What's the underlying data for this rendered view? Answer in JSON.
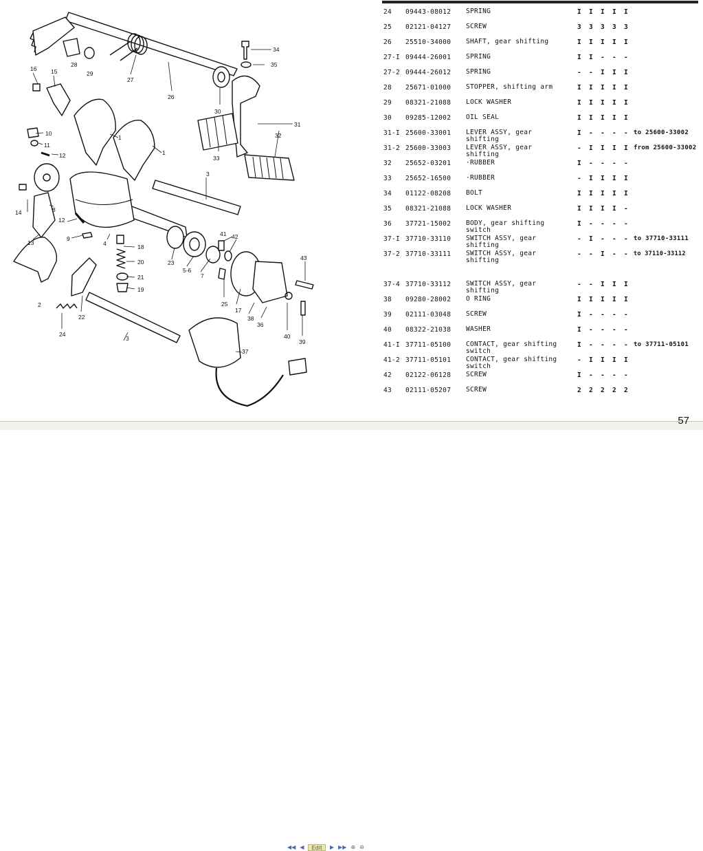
{
  "page_number": "57",
  "footer_nav": {
    "first": "◀◀",
    "prev": "◀",
    "mode": "Edit",
    "next": "▶",
    "last": "▶▶",
    "zoom_in": "⊕",
    "zoom_out": "⊖"
  },
  "diagram_labels": [
    "1",
    "1",
    "2",
    "3",
    "3",
    "4",
    "5-6",
    "7",
    "8",
    "9",
    "10",
    "11",
    "12",
    "12",
    "13",
    "14",
    "15",
    "16",
    "17",
    "18",
    "19",
    "20",
    "21",
    "22",
    "23",
    "24",
    "25",
    "26",
    "27",
    "28",
    "29",
    "30",
    "31",
    "32",
    "33",
    "34",
    "35",
    "36",
    "37",
    "38",
    "39",
    "40",
    "41",
    "42",
    "43"
  ],
  "parts": [
    {
      "ref": "24",
      "part_no": "09443-08012",
      "desc": "SPRING",
      "qty": [
        "I",
        "I",
        "I",
        "I",
        "I"
      ],
      "note": ""
    },
    {
      "ref": "25",
      "part_no": "02121-04127",
      "desc": "SCREW",
      "qty": [
        "3",
        "3",
        "3",
        "3",
        "3"
      ],
      "note": ""
    },
    {
      "ref": "26",
      "part_no": "25510-34000",
      "desc": "SHAFT, gear shifting",
      "qty": [
        "I",
        "I",
        "I",
        "I",
        "I"
      ],
      "note": ""
    },
    {
      "ref": "27-I",
      "part_no": "09444-26001",
      "desc": "SPRING",
      "qty": [
        "I",
        "I",
        "-",
        "-",
        "-"
      ],
      "note": ""
    },
    {
      "ref": "27-2",
      "part_no": "09444-26012",
      "desc": "SPRING",
      "qty": [
        "-",
        "-",
        "I",
        "I",
        "I"
      ],
      "note": ""
    },
    {
      "ref": "28",
      "part_no": "25671-01000",
      "desc": "STOPPER, shifting arm",
      "qty": [
        "I",
        "I",
        "I",
        "I",
        "I"
      ],
      "note": ""
    },
    {
      "ref": "29",
      "part_no": "08321-21088",
      "desc": "LOCK WASHER",
      "qty": [
        "I",
        "I",
        "I",
        "I",
        "I"
      ],
      "note": ""
    },
    {
      "ref": "30",
      "part_no": "09285-12002",
      "desc": "OIL SEAL",
      "qty": [
        "I",
        "I",
        "I",
        "I",
        "I"
      ],
      "note": ""
    },
    {
      "ref": "31-I",
      "part_no": "25600-33001",
      "desc": "LEVER ASSY, gear shifting",
      "qty": [
        "I",
        "-",
        "-",
        "-",
        "-"
      ],
      "note": "to 25600-33002"
    },
    {
      "ref": "31-2",
      "part_no": "25600-33003",
      "desc": "LEVER ASSY, gear shifting",
      "qty": [
        "-",
        "I",
        "I",
        "I",
        "I"
      ],
      "note": "from 25600-33002"
    },
    {
      "ref": "32",
      "part_no": "25652-03201",
      "desc": "·RUBBER",
      "qty": [
        "I",
        "-",
        "-",
        "-",
        "-"
      ],
      "note": ""
    },
    {
      "ref": "33",
      "part_no": "25652-16500",
      "desc": "·RUBBER",
      "qty": [
        "-",
        "I",
        "I",
        "I",
        "I"
      ],
      "note": ""
    },
    {
      "ref": "34",
      "part_no": "01122-08208",
      "desc": "BOLT",
      "qty": [
        "I",
        "I",
        "I",
        "I",
        "I"
      ],
      "note": ""
    },
    {
      "ref": "35",
      "part_no": "08321-21088",
      "desc": "LOCK WASHER",
      "qty": [
        "I",
        "I",
        "I",
        "I",
        "-"
      ],
      "note": ""
    },
    {
      "ref": "36",
      "part_no": "37721-15002",
      "desc": "BODY, gear shifting switch",
      "qty": [
        "I",
        "-",
        "-",
        "-",
        "-"
      ],
      "note": ""
    },
    {
      "ref": "37-I",
      "part_no": "37710-33110",
      "desc": "SWITCH ASSY, gear shifting",
      "qty": [
        "-",
        "I",
        "-",
        "-",
        "-"
      ],
      "note": "to 37710-33111"
    },
    {
      "ref": "37-2",
      "part_no": "37710-33111",
      "desc": "SWITCH ASSY, gear shifting",
      "qty": [
        "-",
        "-",
        "I",
        "-",
        "-"
      ],
      "note": "to 37110-33112"
    },
    {
      "ref": "37-4",
      "part_no": "37710-33112",
      "desc": "SWITCH ASSY, gear shifting",
      "qty": [
        "-",
        "-",
        "I",
        "I",
        "I"
      ],
      "note": ""
    },
    {
      "ref": "38",
      "part_no": "09280-28002",
      "desc": "O RING",
      "qty": [
        "I",
        "I",
        "I",
        "I",
        "I"
      ],
      "note": ""
    },
    {
      "ref": "39",
      "part_no": "02111-03048",
      "desc": "SCREW",
      "qty": [
        "I",
        "-",
        "-",
        "-",
        "-"
      ],
      "note": ""
    },
    {
      "ref": "40",
      "part_no": "08322-21038",
      "desc": "WASHER",
      "qty": [
        "I",
        "-",
        "-",
        "-",
        "-"
      ],
      "note": ""
    },
    {
      "ref": "41-I",
      "part_no": "37711-05100",
      "desc": "CONTACT, gear shifting switch",
      "qty": [
        "I",
        "-",
        "-",
        "-",
        "-"
      ],
      "note": "to 37711-05101"
    },
    {
      "ref": "41-2",
      "part_no": "37711-05101",
      "desc": "CONTACT, gear shifting switch",
      "qty": [
        "-",
        "I",
        "I",
        "I",
        "I"
      ],
      "note": ""
    },
    {
      "ref": "42",
      "part_no": "02122-06128",
      "desc": "SCREW",
      "qty": [
        "I",
        "-",
        "-",
        "-",
        "-"
      ],
      "note": ""
    },
    {
      "ref": "43",
      "part_no": "02111-05207",
      "desc": "SCREW",
      "qty": [
        "2",
        "2",
        "2",
        "2",
        "2"
      ],
      "note": ""
    }
  ]
}
